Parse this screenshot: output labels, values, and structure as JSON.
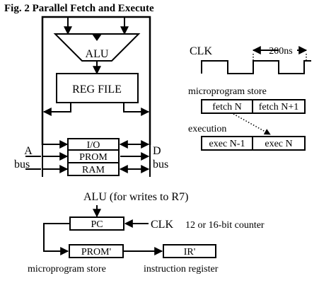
{
  "figure": {
    "title": "Fig. 2  Parallel Fetch and Execute"
  },
  "datapath": {
    "alu": "ALU",
    "reg_file": "REG FILE",
    "io": "I/O",
    "prom": "PROM",
    "ram": "RAM",
    "a_bus": [
      "A",
      "bus"
    ],
    "d_bus": [
      "D",
      "bus"
    ]
  },
  "timing": {
    "clk_label": "CLK",
    "period": "200ns",
    "store_label": "microprogram store",
    "fetch_n": "fetch N",
    "fetch_n1": "fetch N+1",
    "execution_label": "execution",
    "exec_n_minus_1": "exec N-1",
    "exec_n": "exec N"
  },
  "sequencer": {
    "alu_note": "ALU (for writes to R7)",
    "pc": "PC",
    "clk": "CLK",
    "counter_note": "12 or 16-bit counter",
    "prom2": "PROM'",
    "ir2": "IR'",
    "prom2_caption": "microprogram store",
    "ir2_caption": "instruction register"
  }
}
